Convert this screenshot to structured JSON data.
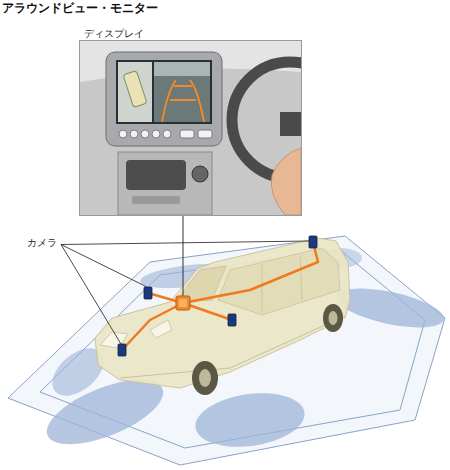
{
  "diagram": {
    "title": "アラウンドビュー・モニター",
    "nodes": [
      {
        "text": [
          "ディスプレイ"
        ]
      }
    ],
    "labels": [
      "カメラ"
    ]
  }
}
